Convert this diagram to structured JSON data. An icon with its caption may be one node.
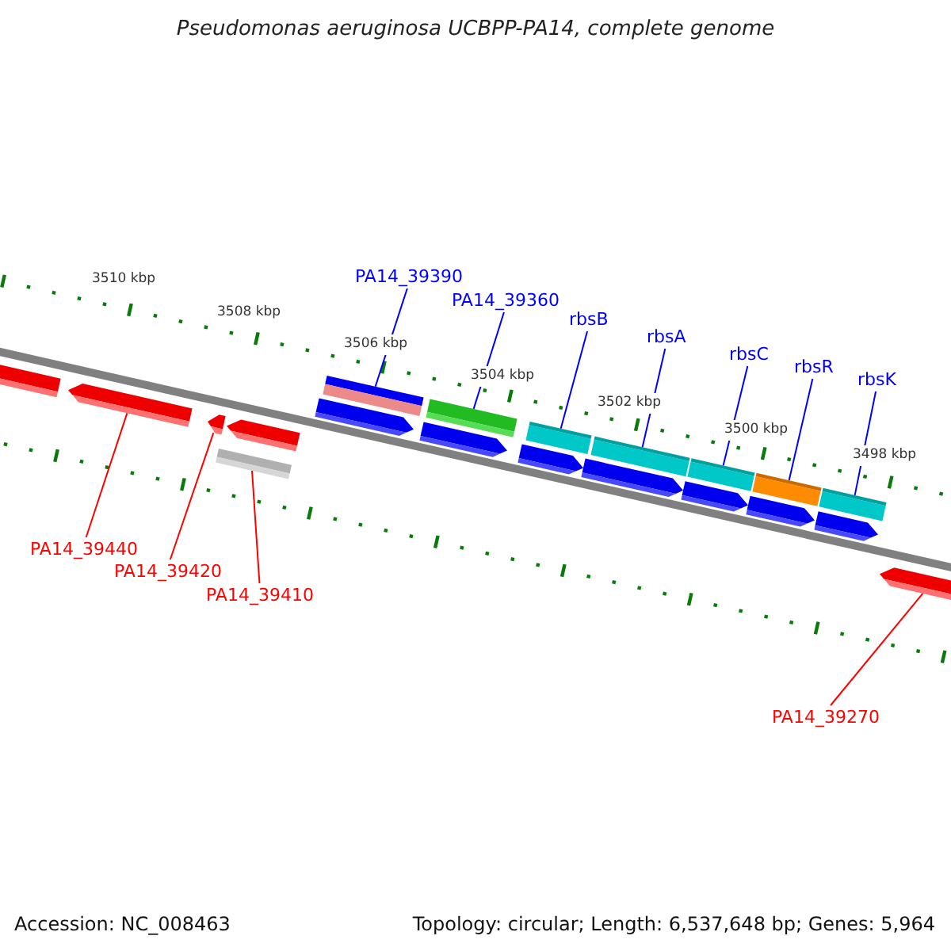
{
  "diagram": {
    "title": "Pseudomonas aeruginosa UCBPP-PA14, complete genome",
    "nodes": [
      {
        "text": [
          "PA14_39390"
        ]
      },
      {
        "text": [
          "PA14_39360"
        ]
      },
      {
        "text": [
          "rbsB"
        ]
      },
      {
        "text": [
          "rbsA"
        ]
      },
      {
        "text": [
          "rbsC"
        ]
      },
      {
        "text": [
          "rbsR"
        ]
      },
      {
        "text": [
          "rbsK"
        ]
      },
      {
        "text": [
          "PA14_39440"
        ]
      },
      {
        "text": [
          "PA14_39420"
        ]
      },
      {
        "text": [
          "PA14_39410"
        ]
      },
      {
        "text": [
          "PA14_39270"
        ]
      },
      {
        "text": [],
        "shape": "bar"
      },
      {
        "text": [],
        "shape": "arrow"
      },
      {
        "text": [],
        "shape": "arrow"
      },
      {
        "text": [],
        "shape": "arrow"
      },
      {
        "text": [],
        "shape": "bar"
      },
      {
        "text": [],
        "shape": "bar"
      },
      {
        "text": [],
        "shape": "arrow"
      },
      {
        "text": [],
        "shape": "bar"
      },
      {
        "text": [],
        "shape": "arrow"
      },
      {
        "text": [],
        "shape": "bar"
      },
      {
        "text": [],
        "shape": "arrow"
      },
      {
        "text": [],
        "shape": "bar"
      },
      {
        "text": [],
        "shape": "arrow"
      },
      {
        "text": [],
        "shape": "bar"
      },
      {
        "text": [],
        "shape": "arrow"
      },
      {
        "text": [],
        "shape": "bar"
      },
      {
        "text": [],
        "shape": "arrow"
      },
      {
        "text": [],
        "shape": "bar"
      },
      {
        "text": [],
        "shape": "arrow"
      },
      {
        "text": [],
        "shape": "arrow"
      }
    ],
    "edges": [
      {
        "from": 0,
        "to": 16,
        "arrow": "none"
      },
      {
        "from": 1,
        "to": 18,
        "arrow": "none"
      },
      {
        "from": 2,
        "to": 20,
        "arrow": "none"
      },
      {
        "from": 3,
        "to": 22,
        "arrow": "none"
      },
      {
        "from": 4,
        "to": 24,
        "arrow": "none"
      },
      {
        "from": 5,
        "to": 26,
        "arrow": "none"
      },
      {
        "from": 6,
        "to": 28,
        "arrow": "none"
      },
      {
        "from": 7,
        "to": 12,
        "arrow": "none",
        "color": "#ff0000"
      },
      {
        "from": 8,
        "to": 13,
        "arrow": "none",
        "color": "#ff0000"
      },
      {
        "from": 9,
        "to": 15,
        "arrow": "none",
        "color": "#ff0000"
      },
      {
        "from": 10,
        "to": 30,
        "arrow": "none",
        "color": "#ff0000"
      }
    ],
    "labels": [
      "3510 kbp",
      "3508 kbp",
      "3506 kbp",
      "3504 kbp",
      "3502 kbp",
      "3500 kbp",
      "3498 kbp",
      "Accession: NC_008463",
      "Topology: circular; Length: 6,537,648 bp; Genes: 5,964"
    ]
  }
}
